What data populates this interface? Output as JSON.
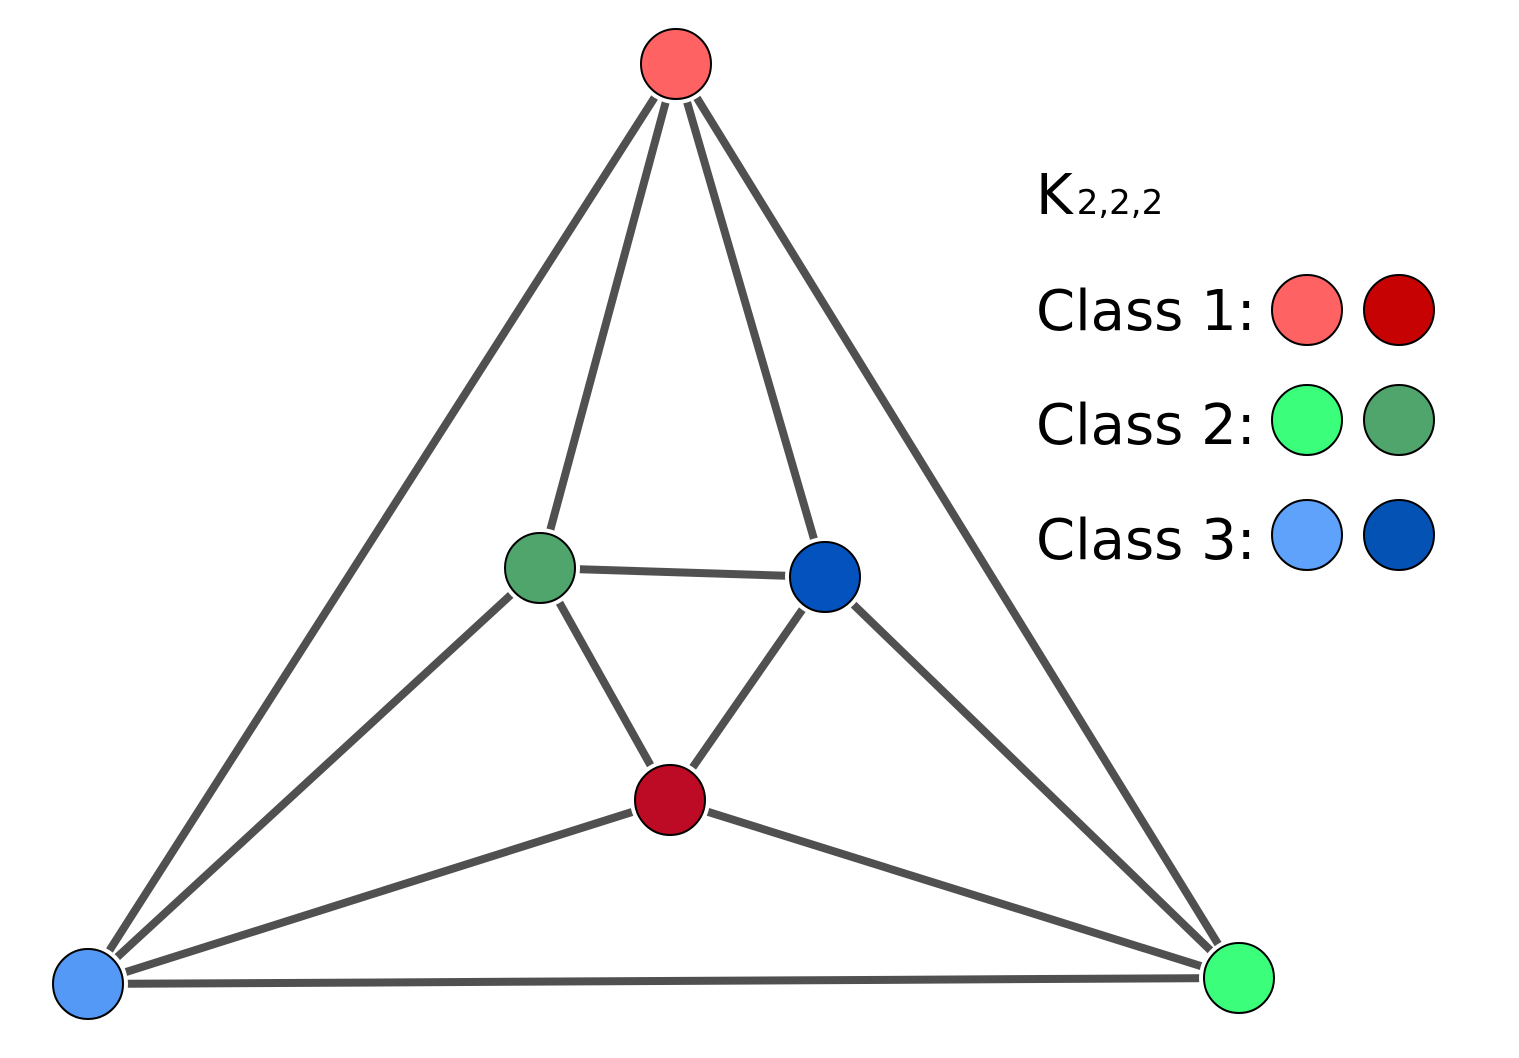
{
  "graph": {
    "name": "K",
    "subscript": "2,2,2",
    "edge_color": "#505050",
    "vertices": [
      {
        "id": "v-top",
        "class": 1,
        "shade": "light",
        "color": "#FF6262"
      },
      {
        "id": "v-mid-left",
        "class": 2,
        "shade": "dark",
        "color": "#4FA56B"
      },
      {
        "id": "v-mid-right",
        "class": 3,
        "shade": "dark",
        "color": "#0452BE"
      },
      {
        "id": "v-center",
        "class": 1,
        "shade": "dark",
        "color": "#BD0A25"
      },
      {
        "id": "v-bottom-left",
        "class": 3,
        "shade": "light",
        "color": "#5499F5"
      },
      {
        "id": "v-bottom-right",
        "class": 2,
        "shade": "light",
        "color": "#3BFF7B"
      }
    ],
    "edges": [
      [
        "v-top",
        "v-bottom-left"
      ],
      [
        "v-top",
        "v-mid-left"
      ],
      [
        "v-top",
        "v-mid-right"
      ],
      [
        "v-top",
        "v-bottom-right"
      ],
      [
        "v-mid-left",
        "v-mid-right"
      ],
      [
        "v-mid-left",
        "v-center"
      ],
      [
        "v-mid-left",
        "v-bottom-left"
      ],
      [
        "v-mid-right",
        "v-center"
      ],
      [
        "v-mid-right",
        "v-bottom-right"
      ],
      [
        "v-center",
        "v-bottom-left"
      ],
      [
        "v-center",
        "v-bottom-right"
      ],
      [
        "v-bottom-left",
        "v-bottom-right"
      ]
    ]
  },
  "legend": {
    "classes": [
      {
        "label": "Class 1:",
        "colors": [
          "#FF6262",
          "#C70202"
        ]
      },
      {
        "label": "Class 2:",
        "colors": [
          "#3BFF7B",
          "#4FA56B"
        ]
      },
      {
        "label": "Class 3:",
        "colors": [
          "#5EA2FB",
          "#0452B4"
        ]
      }
    ]
  }
}
